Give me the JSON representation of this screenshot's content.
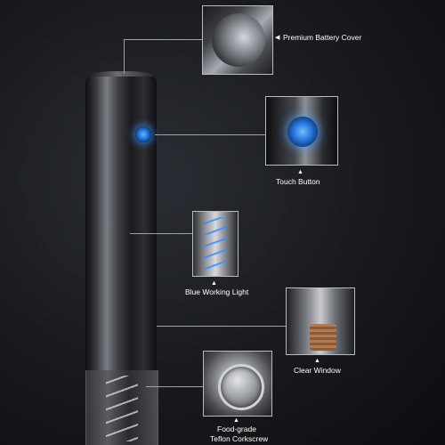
{
  "callouts": {
    "battery_cover": "Premium Battery Cover",
    "touch_button": "Touch Button",
    "working_light": "Blue Working Light",
    "clear_window": "Clear Window",
    "corkscrew_line1": "Food-grade",
    "corkscrew_line2": "Teflon Corkscrew"
  },
  "icons": {
    "left_arrow": "◀",
    "up_arrow": "▲"
  },
  "colors": {
    "background": "#17191d",
    "accent_blue": "#2270d6",
    "label_text": "#ffffff"
  }
}
